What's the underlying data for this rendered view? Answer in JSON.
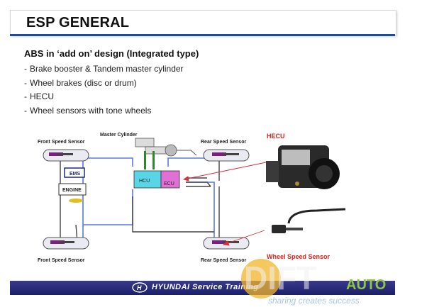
{
  "slide": {
    "title": "ESP GENERAL",
    "section_title": "ABS in ‘add on’ design (Integrated type)",
    "bullets": [
      "Brake booster & Tandem master cylinder",
      "Wheel brakes (disc or drum)",
      "HECU",
      "Wheel sensors with tone wheels"
    ]
  },
  "diagram": {
    "labels": {
      "front_left_top": "Front Speed Sensor",
      "master_cylinder": "Master Cylinder",
      "rear_top": "Rear Speed Sensor",
      "hecu_title": "HECU",
      "ems": "EMS",
      "engine": "ENGINE",
      "hcu": "HCU",
      "ecu": "ECU",
      "front_bottom": "Front Speed Sensor",
      "rear_bottom": "Rear Speed Sensor",
      "wheel_speed_sensor": "Wheel Speed Sensor"
    },
    "colors": {
      "hcu_fill": "#58d6e6",
      "ecu_fill": "#e070d6",
      "hecu_label": "#e0201a",
      "line_blue": "#5a7ad8",
      "line_red": "#d8303a"
    }
  },
  "footer": {
    "brand_text": "HYUNDAI Service Training"
  },
  "watermark": {
    "word": "DIFT",
    "suffix": "AUTO",
    "tagline": "sharing creates success"
  }
}
